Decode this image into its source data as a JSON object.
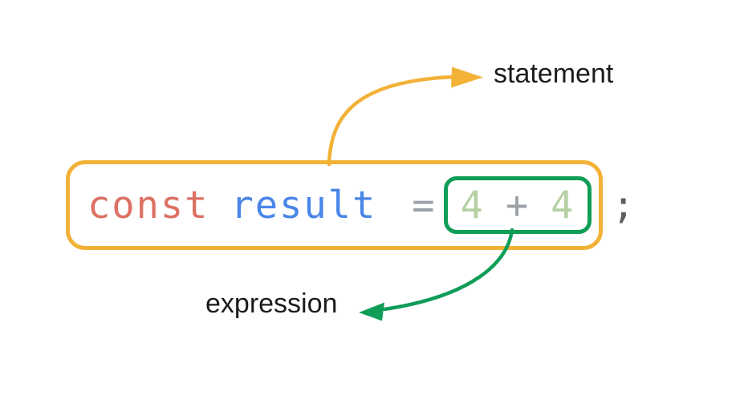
{
  "diagram": {
    "statement_label": "statement",
    "expression_label": "expression"
  },
  "code": {
    "keyword": "const",
    "variable": "result",
    "assignment": "=",
    "left_operand": "4",
    "plus_operator": "+",
    "right_operand": "4",
    "semicolon": ";"
  },
  "colors": {
    "statement_accent": "#F2B237",
    "expression_accent": "#0F9D58",
    "keyword_red": "#DD7164",
    "variable_blue": "#4A86E8",
    "operator_gray": "#9AA0A6",
    "operand_green": "#B5D1A4",
    "semicolon_gray": "#5A5D61",
    "label_black": "#1B1B1D"
  }
}
